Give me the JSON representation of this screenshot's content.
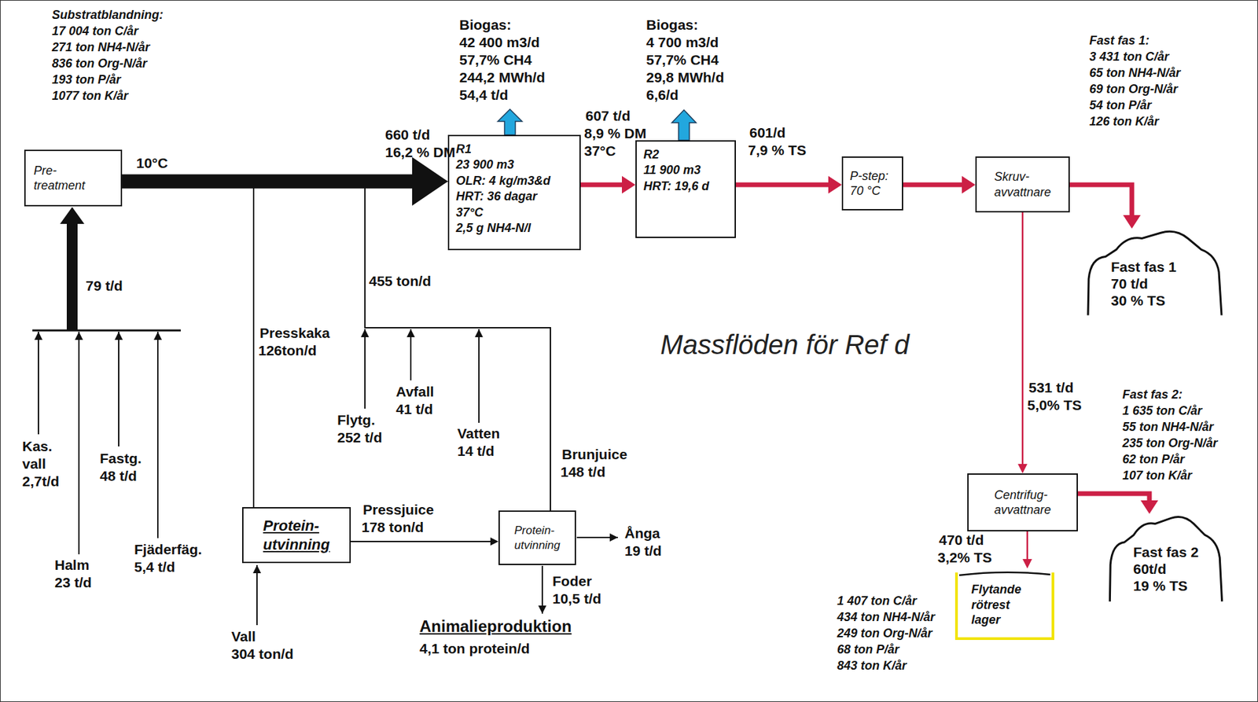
{
  "diagram": {
    "title": "Massflöden för Ref d",
    "nodes": [
      {
        "text": [
          "Pre- treatment"
        ]
      },
      {
        "text": [
          "R1",
          "23 900 m3",
          "OLR: 4 kg/m3&d",
          "HRT: 36 dagar",
          "37°C",
          "2,5 g NH4-N/l"
        ]
      },
      {
        "text": [
          "R2",
          "11 900 m3",
          "HRT: 19,6 d"
        ]
      },
      {
        "text": [
          "P-step:",
          "70 °C"
        ]
      },
      {
        "text": [
          "Skruv- avvattnare"
        ]
      },
      {
        "text": [
          "Fast fas 1",
          "70 t/d",
          "30 % TS"
        ]
      },
      {
        "text": [
          "Centrifug- avvattnare"
        ]
      },
      {
        "text": [
          "Fast fas 2",
          "60t/d",
          "19 % TS"
        ]
      },
      {
        "text": [
          "Flytande rötrest lager"
        ]
      },
      {
        "text": [
          "Protein- utvinning"
        ]
      },
      {
        "text": [
          "Protein- utvinning"
        ]
      }
    ],
    "edges": [
      {
        "from": 0,
        "to": 1,
        "label": "10°C",
        "arrow": "to"
      },
      {
        "from": 9,
        "to": 1,
        "label": "Presskaka",
        "arrow": "to"
      },
      {
        "from": 10,
        "to": 1,
        "label": "Brunjuice",
        "arrow": "to"
      },
      {
        "from": 9,
        "to": 10,
        "label": "Pressjuice",
        "arrow": "to"
      },
      {
        "from": 1,
        "to": 2,
        "label": "607 t/d",
        "arrow": "to"
      },
      {
        "from": 2,
        "to": 3,
        "label": "601/d",
        "arrow": "to"
      },
      {
        "from": 3,
        "to": 4,
        "arrow": "to"
      },
      {
        "from": 4,
        "to": 5,
        "arrow": "to"
      },
      {
        "from": 4,
        "to": 6,
        "label": "531 t/d",
        "arrow": "to"
      },
      {
        "from": 6,
        "to": 7,
        "arrow": "to"
      },
      {
        "from": 6,
        "to": 8,
        "label": "470 t/d",
        "arrow": "to"
      }
    ],
    "labels": [
      "Substratblandning:",
      "17 004 ton C/år",
      "271 ton NH4-N/år",
      "836 ton Org-N/år",
      "193 ton P/år",
      "1077 ton K/år",
      "Biogas:",
      "42 400 m3/d",
      "57,7% CH4",
      "244,2 MWh/d",
      "54,4 t/d",
      "Biogas:",
      "4 700 m3/d",
      "57,7% CH4",
      "29,8 MWh/d",
      "6,6/d",
      "660 t/d",
      "16,2 % DM",
      "8,9 % DM",
      "37°C",
      "7,9 % TS",
      "Fast fas 1:",
      "3 431 ton C/år",
      "65 ton NH4-N/år",
      "69 ton Org-N/år",
      "54 ton P/år",
      "126 ton K/år",
      "Fast fas 2:",
      "1 635 ton C/år",
      "55 ton NH4-N/år",
      "235 ton Org-N/år",
      "62 ton P/år",
      "107 ton K/år",
      "5,0% TS",
      "3,2% TS",
      "1 407 ton C/år",
      "434 ton NH4-N/år",
      "249 ton Org-N/år",
      "68 ton P/år",
      "843 ton K/år",
      "79 t/d",
      "Kas.",
      "vall",
      "2,7t/d",
      "Halm",
      "23 t/d",
      "Fastg.",
      "48 t/d",
      "Fjäderfäg.",
      "5,4 t/d",
      "126ton/d",
      "455 ton/d",
      "Flytg.",
      "252 t/d",
      "Avfall",
      "41 t/d",
      "Vatten",
      "14 t/d",
      "148 t/d",
      "178 ton/d",
      "Vall",
      "304 ton/d",
      "Ånga",
      "19 t/d",
      "Foder",
      "10,5 t/d",
      "Animalieproduktion",
      "4,1 ton protein/d"
    ]
  }
}
